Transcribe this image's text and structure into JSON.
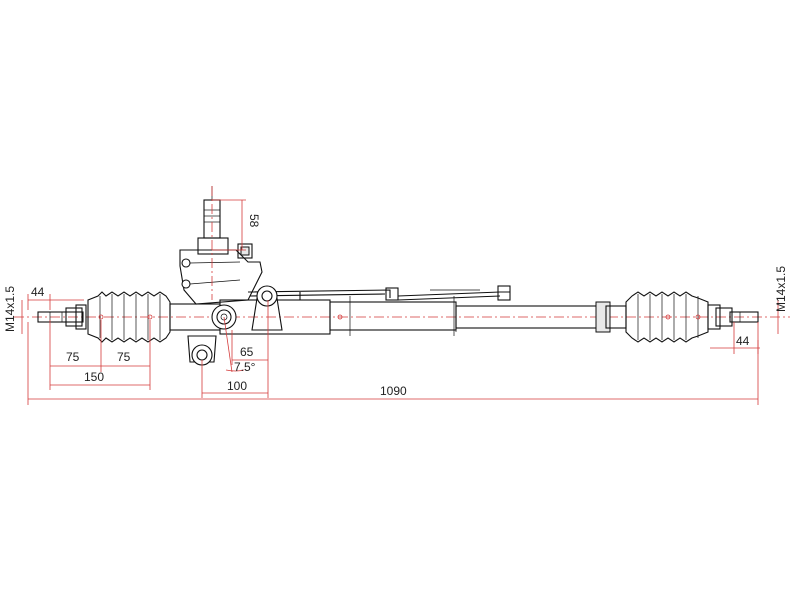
{
  "dimensions": {
    "thread_left": "M14x1.5",
    "thread_right": "M14x1.5",
    "left_end_44": "44",
    "right_end_44": "44",
    "left_boot_75a": "75",
    "left_boot_75b": "75",
    "left_150": "150",
    "pinion_58": "58",
    "offset_65": "65",
    "angle_7_5": "7.5°",
    "mount_100": "100",
    "overall_1090": "1090"
  },
  "colors": {
    "dimension_line": "#d43a3a",
    "part_outline": "#111111"
  }
}
